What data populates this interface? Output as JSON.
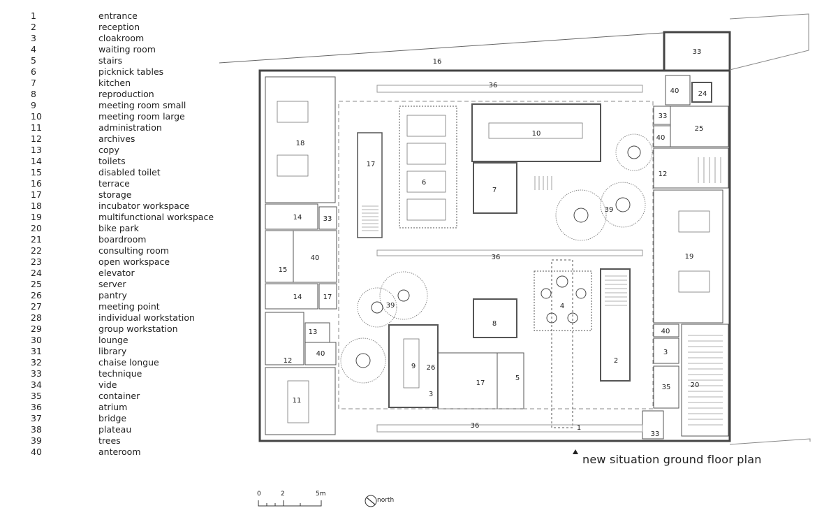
{
  "legend": [
    {
      "n": "1",
      "name": "entrance"
    },
    {
      "n": "2",
      "name": "reception"
    },
    {
      "n": "3",
      "name": "cloakroom"
    },
    {
      "n": "4",
      "name": "waiting room"
    },
    {
      "n": "5",
      "name": "stairs"
    },
    {
      "n": "6",
      "name": "picknick tables"
    },
    {
      "n": "7",
      "name": "kitchen"
    },
    {
      "n": "8",
      "name": "reproduction"
    },
    {
      "n": "9",
      "name": "meeting room small"
    },
    {
      "n": "10",
      "name": "meeting room large"
    },
    {
      "n": "11",
      "name": "administration"
    },
    {
      "n": "12",
      "name": "archives"
    },
    {
      "n": "13",
      "name": "copy"
    },
    {
      "n": "14",
      "name": "toilets"
    },
    {
      "n": "15",
      "name": "disabled toilet"
    },
    {
      "n": "16",
      "name": "terrace"
    },
    {
      "n": "17",
      "name": "storage"
    },
    {
      "n": "18",
      "name": "incubator workspace"
    },
    {
      "n": "19",
      "name": "multifunctional workspace"
    },
    {
      "n": "20",
      "name": "bike park"
    },
    {
      "n": "21",
      "name": "boardroom"
    },
    {
      "n": "22",
      "name": "consulting room"
    },
    {
      "n": "23",
      "name": "open workspace"
    },
    {
      "n": "24",
      "name": "elevator"
    },
    {
      "n": "25",
      "name": "server"
    },
    {
      "n": "26",
      "name": "pantry"
    },
    {
      "n": "27",
      "name": "meeting point"
    },
    {
      "n": "28",
      "name": "individual workstation"
    },
    {
      "n": "29",
      "name": "group workstation"
    },
    {
      "n": "30",
      "name": "lounge"
    },
    {
      "n": "31",
      "name": "library"
    },
    {
      "n": "32",
      "name": "chaise longue"
    },
    {
      "n": "33",
      "name": "technique"
    },
    {
      "n": "34",
      "name": "vide"
    },
    {
      "n": "35",
      "name": "container"
    },
    {
      "n": "36",
      "name": "atrium"
    },
    {
      "n": "37",
      "name": "bridge"
    },
    {
      "n": "38",
      "name": "plateau"
    },
    {
      "n": "39",
      "name": "trees"
    },
    {
      "n": "40",
      "name": "anteroom"
    }
  ],
  "plan": {
    "caption": "new situation ground floor plan",
    "room_labels": [
      "33",
      "16",
      "36",
      "40",
      "24",
      "10",
      "33",
      "25",
      "40",
      "18",
      "17",
      "6",
      "7",
      "12",
      "39",
      "14",
      "33",
      "19",
      "40",
      "36",
      "15",
      "4",
      "14",
      "17",
      "39",
      "8",
      "40",
      "13",
      "2",
      "3",
      "12",
      "40",
      "9",
      "26",
      "17",
      "5",
      "35",
      "20",
      "11",
      "3",
      "36",
      "1",
      "33"
    ]
  },
  "scale_bar": {
    "labels": [
      "0",
      "2",
      "5m"
    ]
  },
  "north_label": "north"
}
